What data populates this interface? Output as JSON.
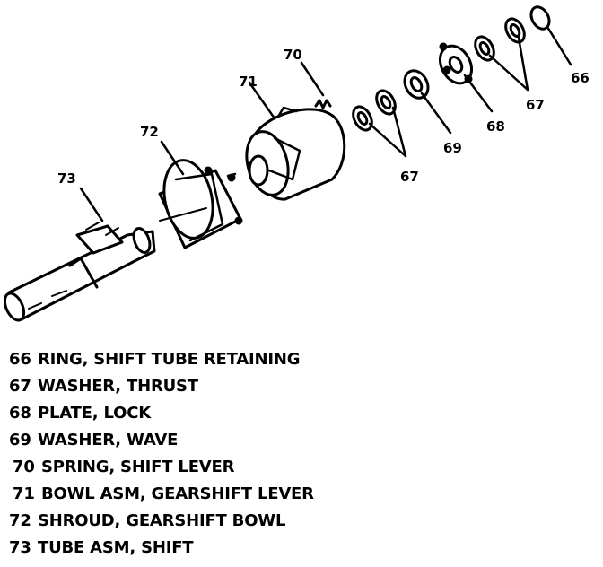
{
  "callouts": {
    "c66": "66",
    "c67_top": "67",
    "c67_bottom": "67",
    "c68": "68",
    "c69": "69",
    "c70": "70",
    "c71": "71",
    "c72": "72",
    "c73": "73"
  },
  "legend": [
    {
      "num": "66",
      "text": "RING, SHIFT TUBE RETAINING"
    },
    {
      "num": "67",
      "text": "WASHER, THRUST"
    },
    {
      "num": "68",
      "text": "PLATE, LOCK"
    },
    {
      "num": "69",
      "text": "WASHER, WAVE"
    },
    {
      "num": "70",
      "text": "SPRING, SHIFT LEVER"
    },
    {
      "num": "71",
      "text": "BOWL ASM, GEARSHIFT LEVER"
    },
    {
      "num": "72",
      "text": "SHROUD, GEARSHIFT BOWL"
    },
    {
      "num": "73",
      "text": "TUBE ASM, SHIFT"
    }
  ]
}
